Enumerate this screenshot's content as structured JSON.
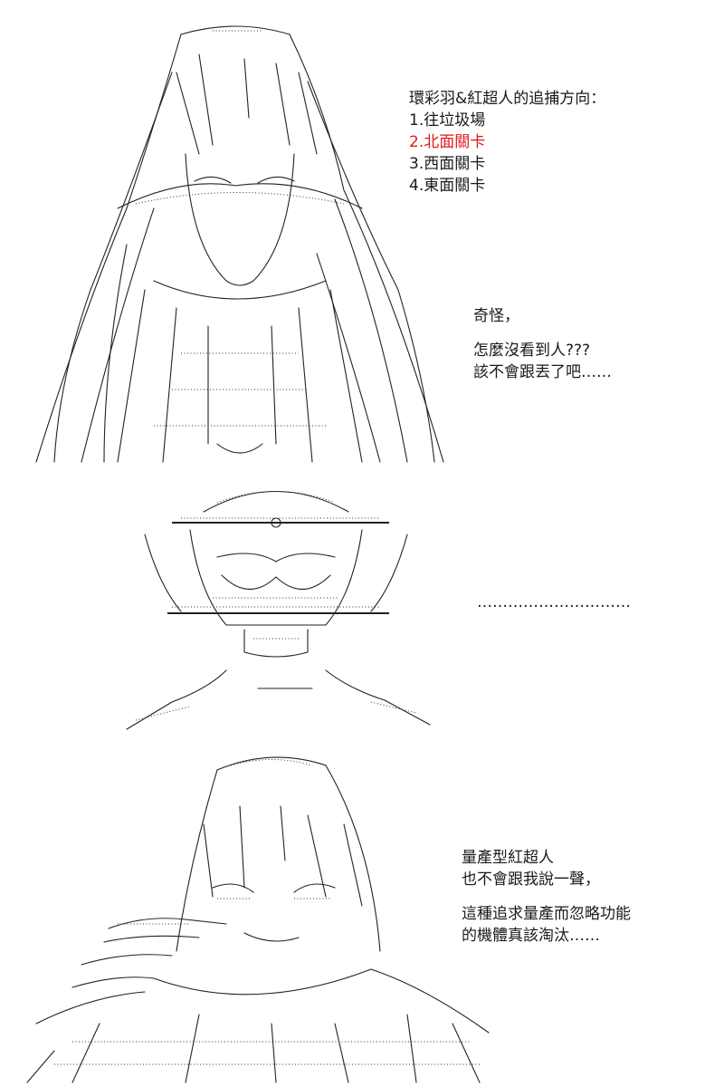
{
  "panel1": {
    "question": "環彩羽&紅超人的追捕方向：",
    "options": [
      {
        "label": "1.往垃圾場"
      },
      {
        "label": "2.北面關卡"
      },
      {
        "label": "3.西面關卡"
      },
      {
        "label": "4.東面關卡"
      }
    ],
    "highlight_color": "#e0191f",
    "lines": [
      "奇怪，",
      "怎麼沒看到人???",
      "該不會跟丟了吧……"
    ]
  },
  "panel2": {
    "ellipsis": "…………………………"
  },
  "panel3": {
    "lines": [
      "量產型紅超人",
      "也不會跟我說一聲，",
      "這種追求量產而忽略功能",
      "的機體真該淘汰……"
    ]
  }
}
